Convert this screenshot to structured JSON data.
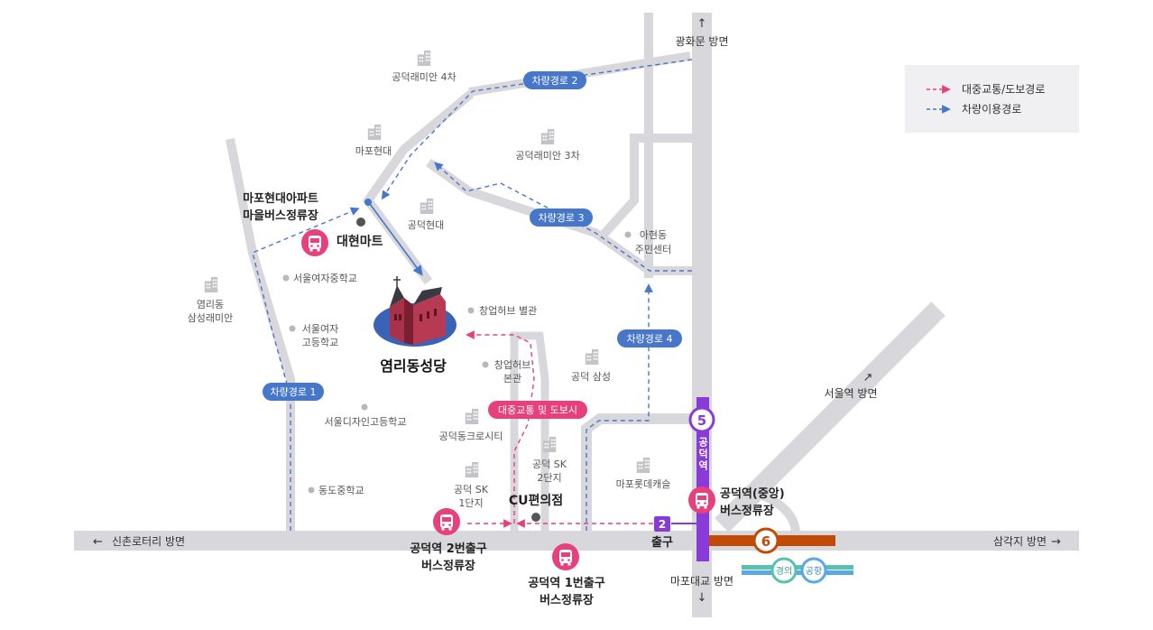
{
  "colors": {
    "road": "#d8d8dc",
    "public_route": "#e6407d",
    "vehicle_route": "#4677c9",
    "label_blue": "#4677c9",
    "label_pink": "#e6407d",
    "line5": "#8a3ad6",
    "line6": "#c14a04",
    "gyeongui": "#5ac0b0",
    "airport": "#5aa9e6",
    "bus_icon": "#e6407d",
    "church_base": "#3a63b8",
    "building_icon": "#c4c4c8",
    "dot": "#b8b8bc"
  },
  "directions": {
    "north": "광화문 방면",
    "south": "마포대교 방면",
    "west": "신촌로터리 방면",
    "east": "삼각지 방면",
    "northeast": "서울역 방면"
  },
  "legend": {
    "public": "대중교통/도보경로",
    "vehicle": "차량이용경로"
  },
  "routes": {
    "r1": "차량경로 1",
    "r2": "차량경로 2",
    "r3": "차량경로 3",
    "r4": "차량경로 4",
    "public": "대중교통 및 도보시"
  },
  "church": "염리동성당",
  "station": {
    "line5_no": "5",
    "line6_no": "6",
    "name": "공덕역",
    "exit_no": "2",
    "exit_label": "출구",
    "gyeongui": "경의",
    "airport": "공항"
  },
  "bus_stops": {
    "village_line1": "마포현대아파트",
    "village_line2": "마을버스정류장",
    "central_line1": "공덕역(중앙)",
    "central_line2": "버스정류장",
    "exit2_line1": "공덕역 2번출구",
    "exit2_line2": "버스정류장",
    "exit1_line1": "공덕역 1번출구",
    "exit1_line2": "버스정류장"
  },
  "stores": {
    "daehyeon": "대현마트",
    "cu": "CU편의점"
  },
  "apartments": {
    "raemian4": "공덕래미안 4차",
    "mapo_hyundai": "마포현대",
    "raemian3": "공덕래미안 3차",
    "gongdeok_hyundai": "공덕현대",
    "yeomni_samsung_1": "염리동",
    "yeomni_samsung_2": "삼성래미안",
    "gongdeok_samsung": "공덕 삼성",
    "dongcross": "공덕동크로시티",
    "sk2_1": "공덕 SK",
    "sk2_2": "2단지",
    "sk1_1": "공덕 SK",
    "sk1_2": "1단지",
    "lotte_castle": "마포롯데캐슬"
  },
  "places": {
    "girls_middle": "서울여자중학교",
    "girls_high_1": "서울여자",
    "girls_high_2": "고등학교",
    "design_high": "서울디자인고등학교",
    "dongdo_middle": "동도중학교",
    "hub_annex": "창업허브 별관",
    "hub_main_1": "창업허브",
    "hub_main_2": "본관",
    "ahyeon_1": "아현동",
    "ahyeon_2": "주민센터"
  }
}
